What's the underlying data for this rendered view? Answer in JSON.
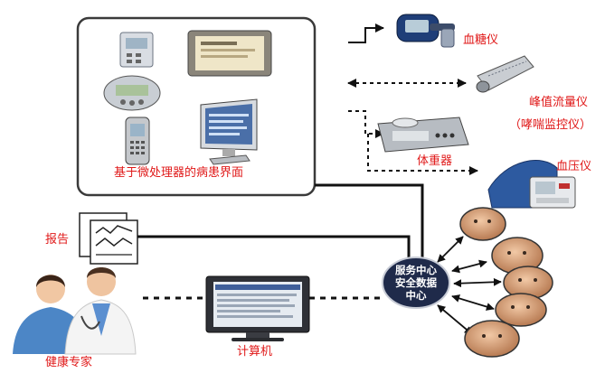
{
  "nodes": {
    "patient_interface": {
      "label": "基于微处理器的病患界面"
    },
    "glucose_meter": {
      "label": "血糖仪"
    },
    "peak_flow_meter": {
      "label": "峰值流量仪",
      "sublabel": "（哮喘监控仪）"
    },
    "scale": {
      "label": "体重器"
    },
    "blood_pressure_meter": {
      "label": "血压仪"
    },
    "report": {
      "label": "报告"
    },
    "hub": {
      "line1": "服务中心",
      "line2": "安全数据",
      "line3": "中心"
    },
    "computer": {
      "label": "计算机"
    },
    "health_experts": {
      "label": "健康专家"
    }
  },
  "colors": {
    "label": "#e01818",
    "hub": "#1f2a4a",
    "line": "#111111"
  }
}
